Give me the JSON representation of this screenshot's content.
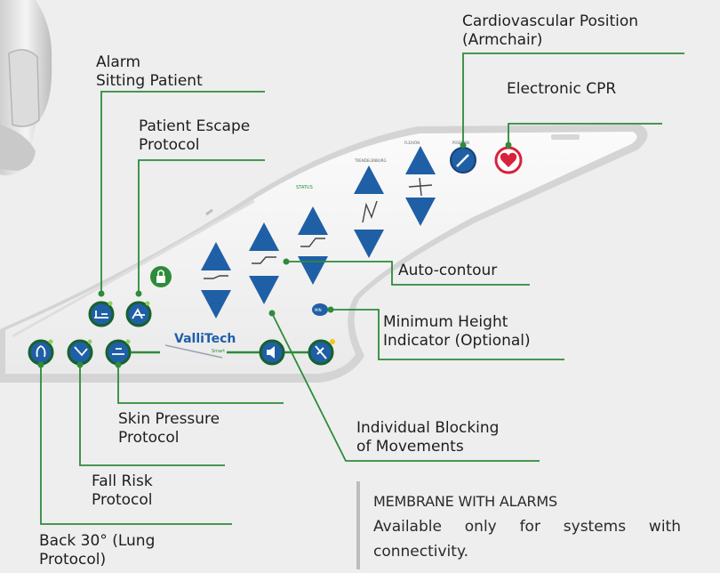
{
  "labels": {
    "cardiovascular": "Cardiovascular Position\n(Armchair)",
    "electronic_cpr": "Electronic CPR",
    "alarm_sitting": "Alarm\nSitting Patient",
    "patient_escape": "Patient Escape\nProtocol",
    "auto_contour": "Auto-contour",
    "min_height": "Minimum Height\nIndicator (Optional)",
    "skin_pressure": "Skin Pressure\nProtocol",
    "individual_blocking": "Individual Blocking\nof Movements",
    "fall_risk": "Fall Risk\nProtocol",
    "back_30": "Back 30° (Lung\nProtocol)"
  },
  "note": {
    "title": "MEMBRANE WITH ALARMS",
    "body": "Available only for systems with connectivity."
  },
  "brand": {
    "logo_text": "ValliTech",
    "logo_sub": "Smart"
  },
  "colors": {
    "accent_green": "#2e8b3a",
    "button_blue": "#1f5fa6",
    "button_ring": "#17612c",
    "cpr_red": "#d8213a",
    "panel": "#f7f7f7",
    "panel_edge": "#d2d2d2",
    "background": "#eeeeee"
  },
  "icons": [
    "bed-frame-icon",
    "lock-icon",
    "bed-exit-icon",
    "lung-icon",
    "fall-risk-icon",
    "skin-pressure-icon",
    "sound-icon",
    "mute-icon",
    "cardiovascular-icon",
    "heart-icon",
    "arrow-up-icon",
    "arrow-down-icon"
  ]
}
